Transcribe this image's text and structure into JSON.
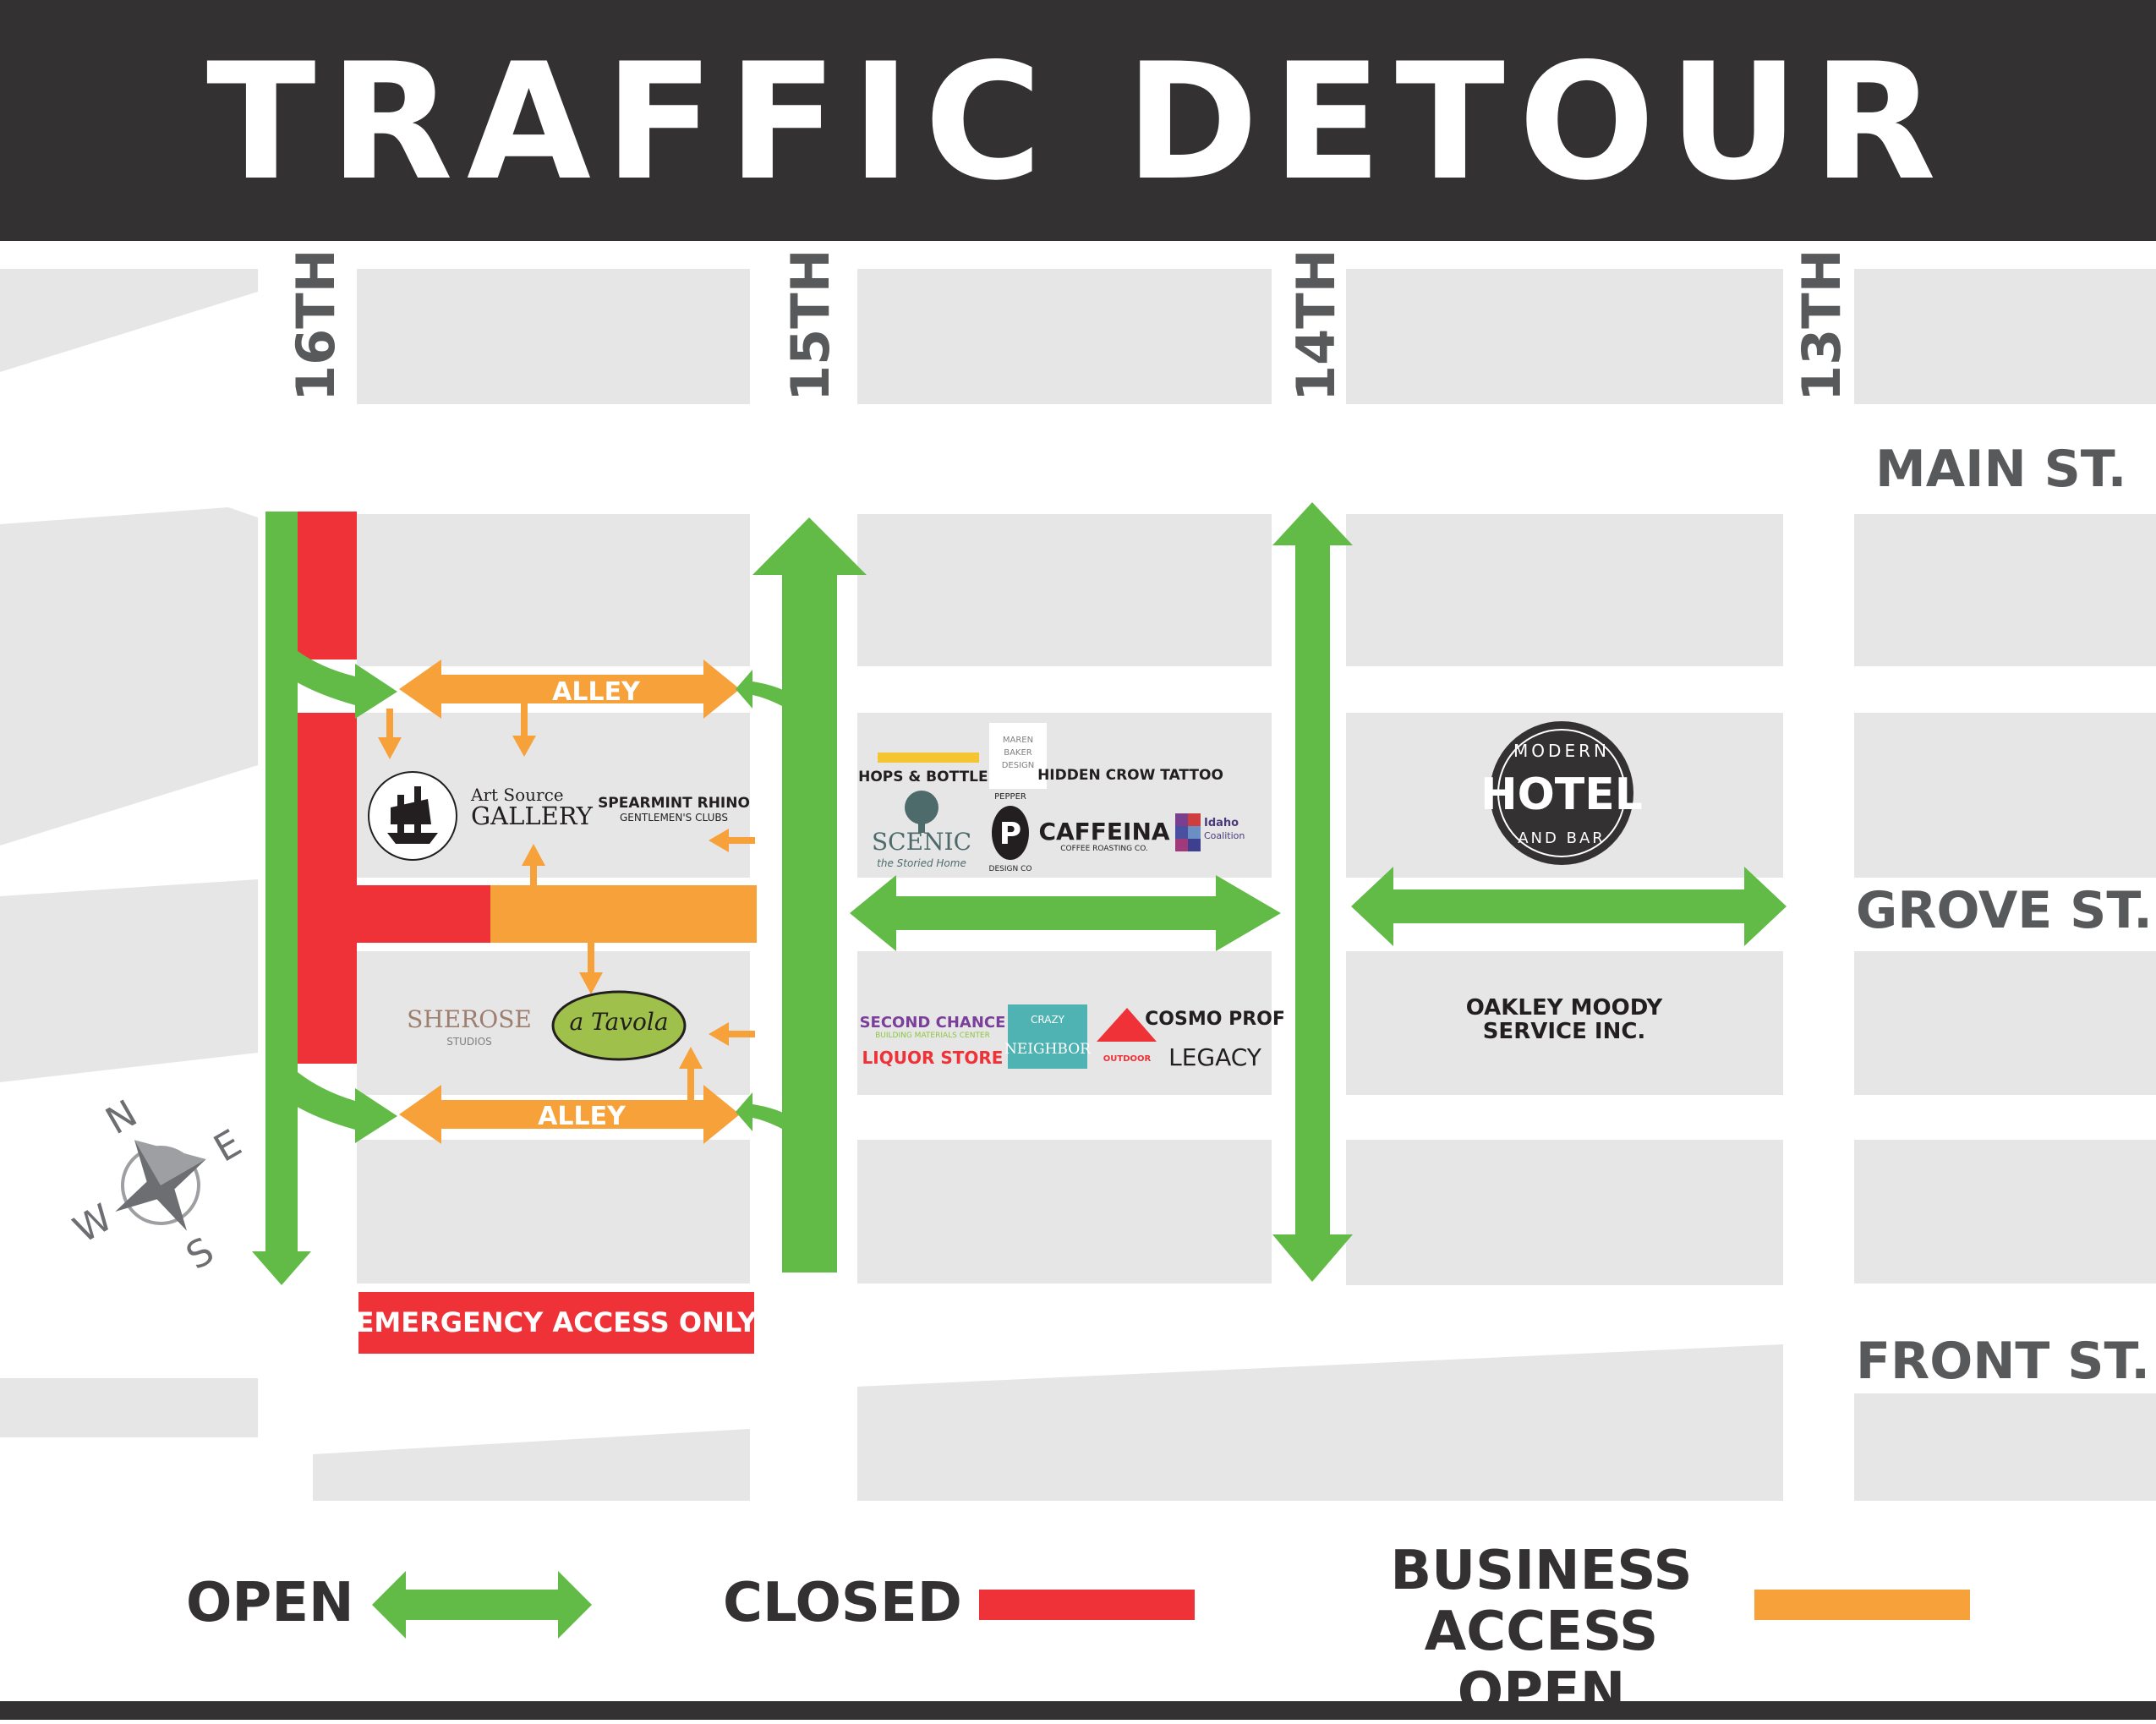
{
  "title": "TRAFFIC DETOUR",
  "streets": {
    "s16": "16TH",
    "s15": "15TH",
    "s14": "14TH",
    "s13": "13TH",
    "main": "MAIN ST.",
    "grove": "GROVE ST.",
    "front": "FRONT ST."
  },
  "alleys": {
    "north": "ALLEY",
    "south": "ALLEY"
  },
  "emergency": "EMERGENCY ACCESS ONLY",
  "businesses": {
    "art_source_1": "Art Source",
    "art_source_2": "GALLERY",
    "spearmint_1": "SPEARMINT RHINO",
    "spearmint_2": "GENTLEMEN'S CLUBS",
    "sherose_1": "SHEROSE",
    "sherose_2": "STUDIOS",
    "tavola": "a Tavola",
    "hops": "HOPS & BOTTLES",
    "maren_1": "MAREN",
    "maren_2": "BAKER",
    "maren_3": "DESIGN",
    "hidden_crow": "HIDDEN CROW TATTOO",
    "scenic_1": "SCENIC",
    "scenic_2": "the Storied Home",
    "pepper_top": "PEPPER",
    "pepper_letter": "P",
    "pepper_bottom": "DESIGN CO",
    "caffeina_1": "CAFFEINA",
    "caffeina_2": "COFFEE ROASTING CO.",
    "idaho_1": "Idaho",
    "idaho_2": "Coalition",
    "hotel_top": "MODERN",
    "hotel_main": "HOTEL",
    "hotel_bottom": "AND BAR",
    "second_chance_1": "SECOND CHANCE",
    "second_chance_2": "BUILDING MATERIALS CENTER",
    "liquor": "LIQUOR STORE",
    "crazy_neighbor_1": "CRAZY",
    "crazy_neighbor_2": "NEIGHBOR",
    "outdoor": "OUTDOOR",
    "cosmo": "COSMO PROF",
    "legacy": "LEGACY",
    "oakley_1": "OAKLEY MOODY",
    "oakley_2": "SERVICE INC."
  },
  "compass": {
    "n": "N",
    "e": "E",
    "s": "S",
    "w": "W"
  },
  "legend": {
    "open": "OPEN",
    "closed": "CLOSED",
    "business_1": "BUSINESS",
    "business_2": "ACCESS OPEN"
  },
  "colors": {
    "open": "#62bb47",
    "closed": "#ee3237",
    "business": "#f7a13a",
    "block": "#e6e6e7",
    "header": "#333132"
  }
}
